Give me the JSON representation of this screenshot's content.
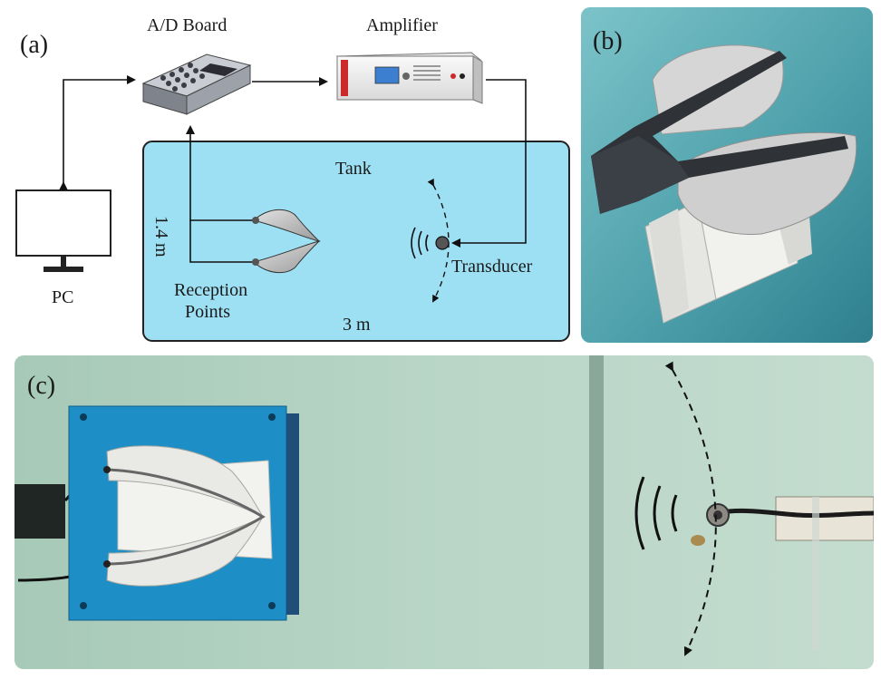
{
  "panel_a": {
    "label": "(a)",
    "ad_board_label": "A/D Board",
    "amplifier_label": "Amplifier",
    "pc_label": "PC",
    "tank_label": "Tank",
    "height_label": "1.4 m",
    "width_label": "3 m",
    "reception_label_line1": "Reception",
    "reception_label_line2": "Points",
    "transducer_label": "Transducer",
    "tank_color": "#9ee0f3"
  },
  "panel_b": {
    "label": "(b)",
    "background_color": "#4fa2ac"
  },
  "panel_c": {
    "label": "(c)",
    "water_color": "#b7d3c5",
    "plate_color": "#1d8fc6"
  }
}
